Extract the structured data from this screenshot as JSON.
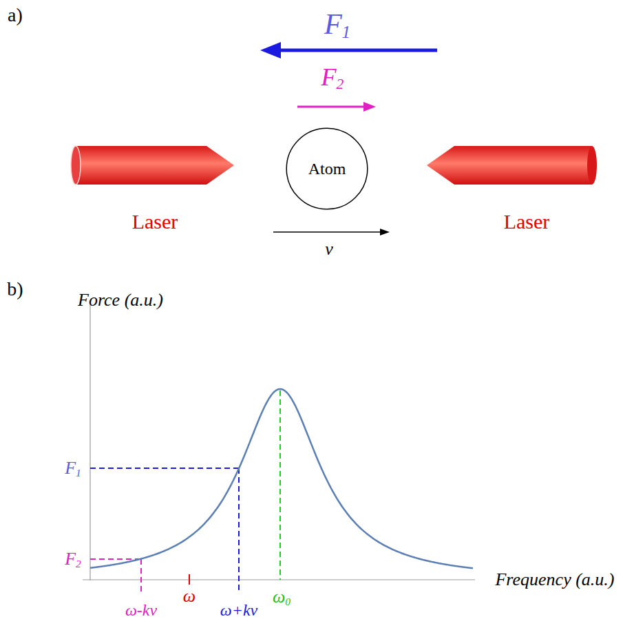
{
  "diagram": {
    "nodes": [
      {
        "text": [
          "Atom"
        ]
      }
    ],
    "edges": [],
    "labels": [
      "a)",
      "F1",
      "F2",
      "Laser",
      "Laser",
      "v",
      "b)",
      "Force (a.u.)",
      "F1",
      "F2",
      "ω",
      "ω0",
      "Frequency (a.u.)",
      "ω-kv",
      "ω+kv"
    ]
  }
}
